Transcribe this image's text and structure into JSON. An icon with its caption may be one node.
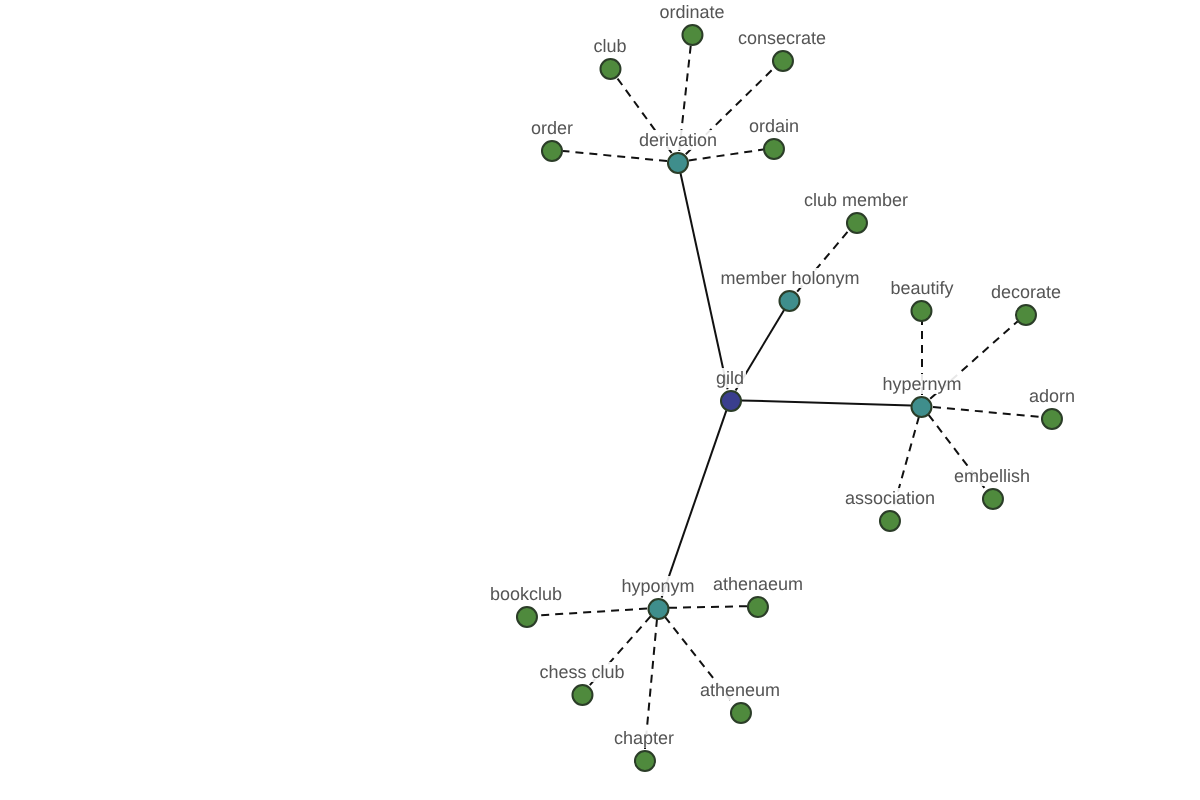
{
  "diagram": {
    "nodes": [
      {
        "text": [
          "ordinate"
        ]
      },
      {
        "text": [
          "club"
        ]
      },
      {
        "text": [
          "consecrate"
        ]
      },
      {
        "text": [
          "order"
        ]
      },
      {
        "text": [
          "derivation"
        ]
      },
      {
        "text": [
          "ordain"
        ]
      },
      {
        "text": [
          "club member"
        ]
      },
      {
        "text": [
          "member holonym"
        ]
      },
      {
        "text": [
          "beautify"
        ]
      },
      {
        "text": [
          "decorate"
        ]
      },
      {
        "text": [
          "gild"
        ]
      },
      {
        "text": [
          "hypernym"
        ]
      },
      {
        "text": [
          "adorn"
        ]
      },
      {
        "text": [
          "embellish"
        ]
      },
      {
        "text": [
          "association"
        ]
      },
      {
        "text": [
          "bookclub"
        ]
      },
      {
        "text": [
          "hyponym"
        ]
      },
      {
        "text": [
          "athenaeum"
        ]
      },
      {
        "text": [
          "chess club"
        ]
      },
      {
        "text": [
          "atheneum"
        ]
      },
      {
        "text": [
          "chapter"
        ]
      }
    ],
    "edges": [
      {
        "from": 10,
        "to": 4,
        "arrow": "none"
      },
      {
        "from": 10,
        "to": 7,
        "arrow": "none"
      },
      {
        "from": 10,
        "to": 11,
        "arrow": "none"
      },
      {
        "from": 10,
        "to": 16,
        "arrow": "none"
      },
      {
        "from": 4,
        "to": 0,
        "arrow": "none",
        "style": "dashed"
      },
      {
        "from": 4,
        "to": 1,
        "arrow": "none",
        "style": "dashed"
      },
      {
        "from": 4,
        "to": 2,
        "arrow": "none",
        "style": "dashed"
      },
      {
        "from": 4,
        "to": 3,
        "arrow": "none",
        "style": "dashed"
      },
      {
        "from": 4,
        "to": 5,
        "arrow": "none",
        "style": "dashed"
      },
      {
        "from": 7,
        "to": 6,
        "arrow": "none",
        "style": "dashed"
      },
      {
        "from": 11,
        "to": 8,
        "arrow": "none",
        "style": "dashed"
      },
      {
        "from": 11,
        "to": 9,
        "arrow": "none",
        "style": "dashed"
      },
      {
        "from": 11,
        "to": 12,
        "arrow": "none",
        "style": "dashed"
      },
      {
        "from": 11,
        "to": 13,
        "arrow": "none",
        "style": "dashed"
      },
      {
        "from": 11,
        "to": 14,
        "arrow": "none",
        "style": "dashed"
      },
      {
        "from": 16,
        "to": 15,
        "arrow": "none",
        "style": "dashed"
      },
      {
        "from": 16,
        "to": 17,
        "arrow": "none",
        "style": "dashed"
      },
      {
        "from": 16,
        "to": 18,
        "arrow": "none",
        "style": "dashed"
      },
      {
        "from": 16,
        "to": 19,
        "arrow": "none",
        "style": "dashed"
      },
      {
        "from": 16,
        "to": 20,
        "arrow": "none",
        "style": "dashed"
      }
    ]
  }
}
